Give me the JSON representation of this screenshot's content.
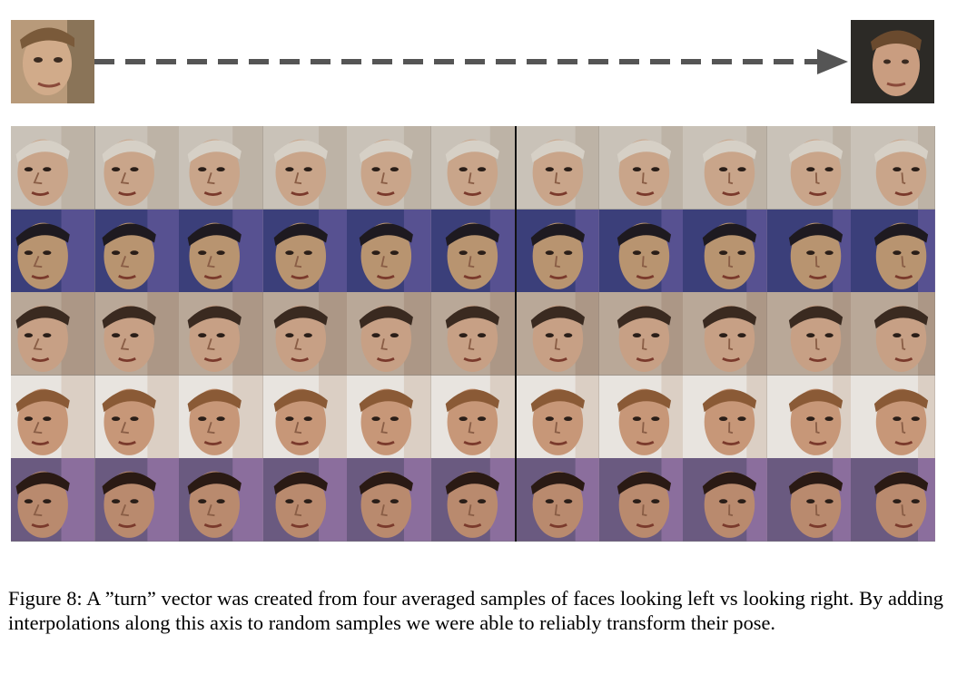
{
  "figure": {
    "caption": "Figure 8: A ”turn” vector was created from four averaged samples of faces looking left vs looking right. By adding interpolations along this axis to random samples we were able to reliably transform their pose.",
    "arrow_icon": "dashed-right-arrow-icon",
    "grid": {
      "rows": 5,
      "cols": 11,
      "row_tones": [
        {
          "bg": "#c9c2b8",
          "skin": "#c9a58a",
          "hair": "#d6d0c6",
          "accent": "#b6a89a"
        },
        {
          "bg": "#3b3f7a",
          "skin": "#b89470",
          "hair": "#1e1a20",
          "accent": "#6a5da0"
        },
        {
          "bg": "#b9a898",
          "skin": "#c7a085",
          "hair": "#3a2a20",
          "accent": "#a48c7a"
        },
        {
          "bg": "#e8e4df",
          "skin": "#c79778",
          "hair": "#8a5a36",
          "accent": "#d2c2b2"
        },
        {
          "bg": "#6a5a80",
          "skin": "#b98a6e",
          "hair": "#2a1a14",
          "accent": "#a27cb0"
        }
      ]
    }
  }
}
